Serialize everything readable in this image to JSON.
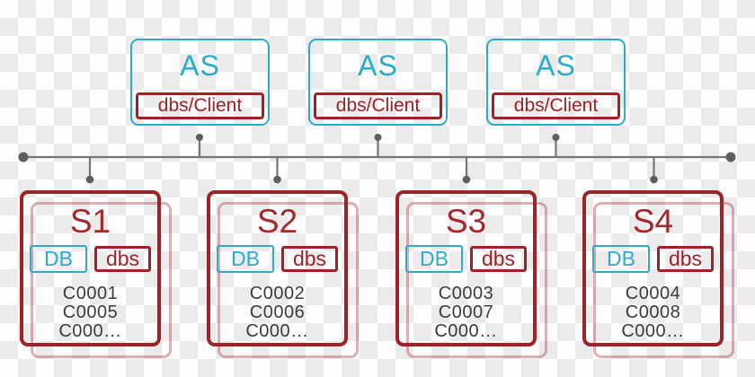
{
  "diagram": {
    "description": "Cluster topology diagram: three AS application-server nodes connected through a shared bus line to four S database-server nodes",
    "as_nodes": [
      {
        "title": "AS",
        "sub": "dbs/Client"
      },
      {
        "title": "AS",
        "sub": "dbs/Client"
      },
      {
        "title": "AS",
        "sub": "dbs/Client"
      }
    ],
    "servers": [
      {
        "label": "S1",
        "db": "DB",
        "dbs": "dbs",
        "codes": [
          "C0001",
          "C0005",
          "C000…"
        ]
      },
      {
        "label": "S2",
        "db": "DB",
        "dbs": "dbs",
        "codes": [
          "C0002",
          "C0006",
          "C000…"
        ]
      },
      {
        "label": "S3",
        "db": "DB",
        "dbs": "dbs",
        "codes": [
          "C0003",
          "C0007",
          "C000…"
        ]
      },
      {
        "label": "S4",
        "db": "DB",
        "dbs": "dbs",
        "codes": [
          "C0004",
          "C0008",
          "C000…"
        ]
      }
    ],
    "colors": {
      "teal": "#2badc9",
      "red": "#9d2328",
      "shadow_red": "rgba(157,35,40,0.35)",
      "connector_line": "#757575",
      "connector_dot": "#5e5e5e",
      "code_text": "#3c3c3c",
      "checker_light": "#fdfdfd",
      "checker_dark": "#ebebeb"
    }
  }
}
